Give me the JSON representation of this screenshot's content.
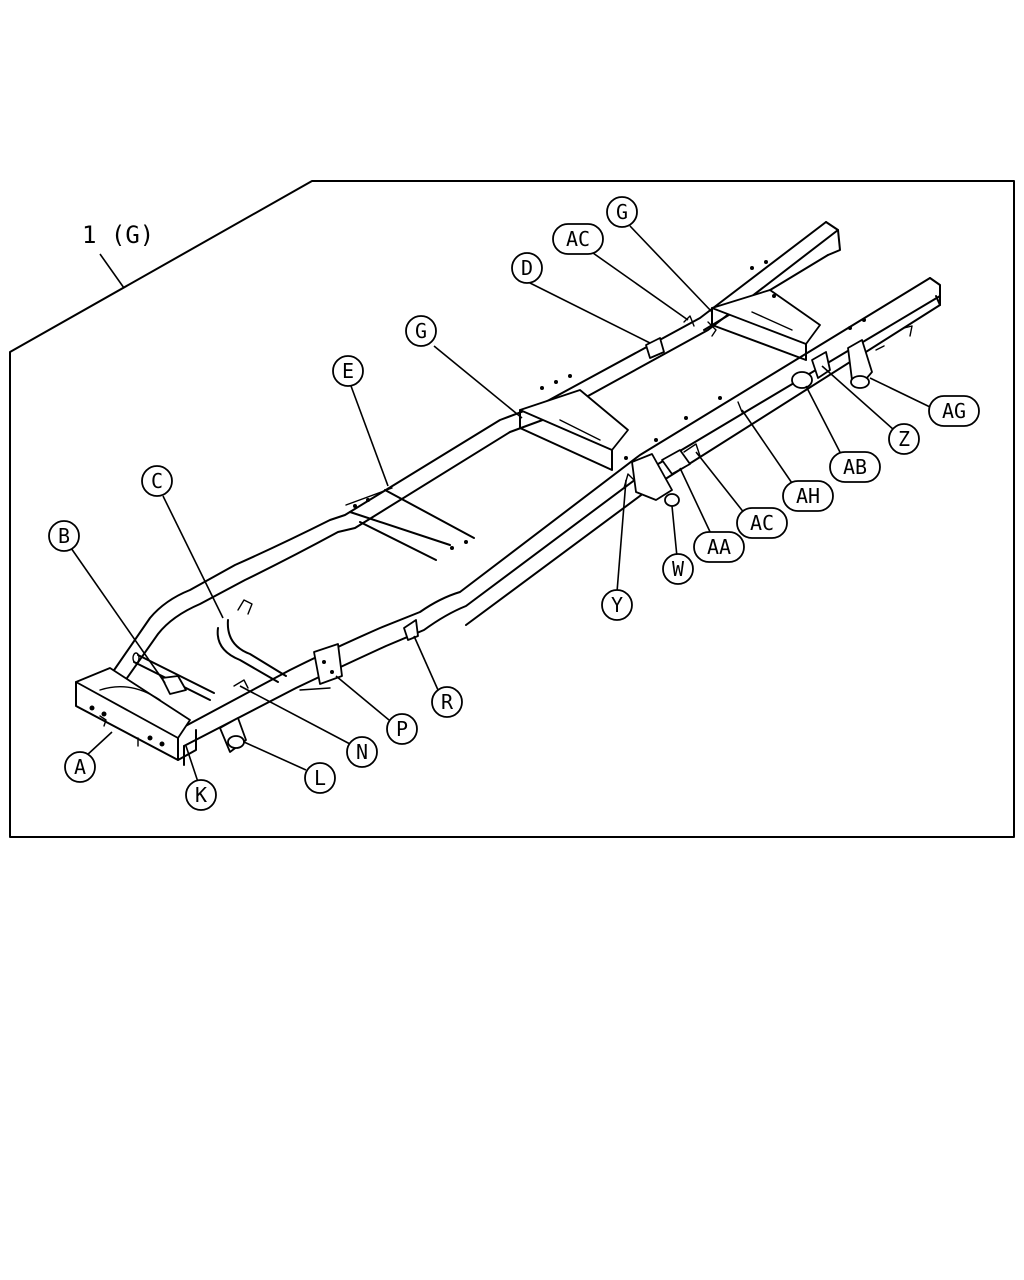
{
  "assembly_label": "1 (G)",
  "callouts": [
    {
      "id": "callout-a",
      "text": "A"
    },
    {
      "id": "callout-b",
      "text": "B"
    },
    {
      "id": "callout-c",
      "text": "C"
    },
    {
      "id": "callout-d",
      "text": "D"
    },
    {
      "id": "callout-e",
      "text": "E"
    },
    {
      "id": "callout-g-mid",
      "text": "G"
    },
    {
      "id": "callout-g-rear",
      "text": "G"
    },
    {
      "id": "callout-ac-upper",
      "text": "AC"
    },
    {
      "id": "callout-ac-lower",
      "text": "AC"
    },
    {
      "id": "callout-ag",
      "text": "AG"
    },
    {
      "id": "callout-z",
      "text": "Z"
    },
    {
      "id": "callout-ab",
      "text": "AB"
    },
    {
      "id": "callout-ah",
      "text": "AH"
    },
    {
      "id": "callout-aa",
      "text": "AA"
    },
    {
      "id": "callout-w",
      "text": "W"
    },
    {
      "id": "callout-y",
      "text": "Y"
    },
    {
      "id": "callout-r",
      "text": "R"
    },
    {
      "id": "callout-p",
      "text": "P"
    },
    {
      "id": "callout-n",
      "text": "N"
    },
    {
      "id": "callout-l",
      "text": "L"
    },
    {
      "id": "callout-k",
      "text": "K"
    }
  ]
}
